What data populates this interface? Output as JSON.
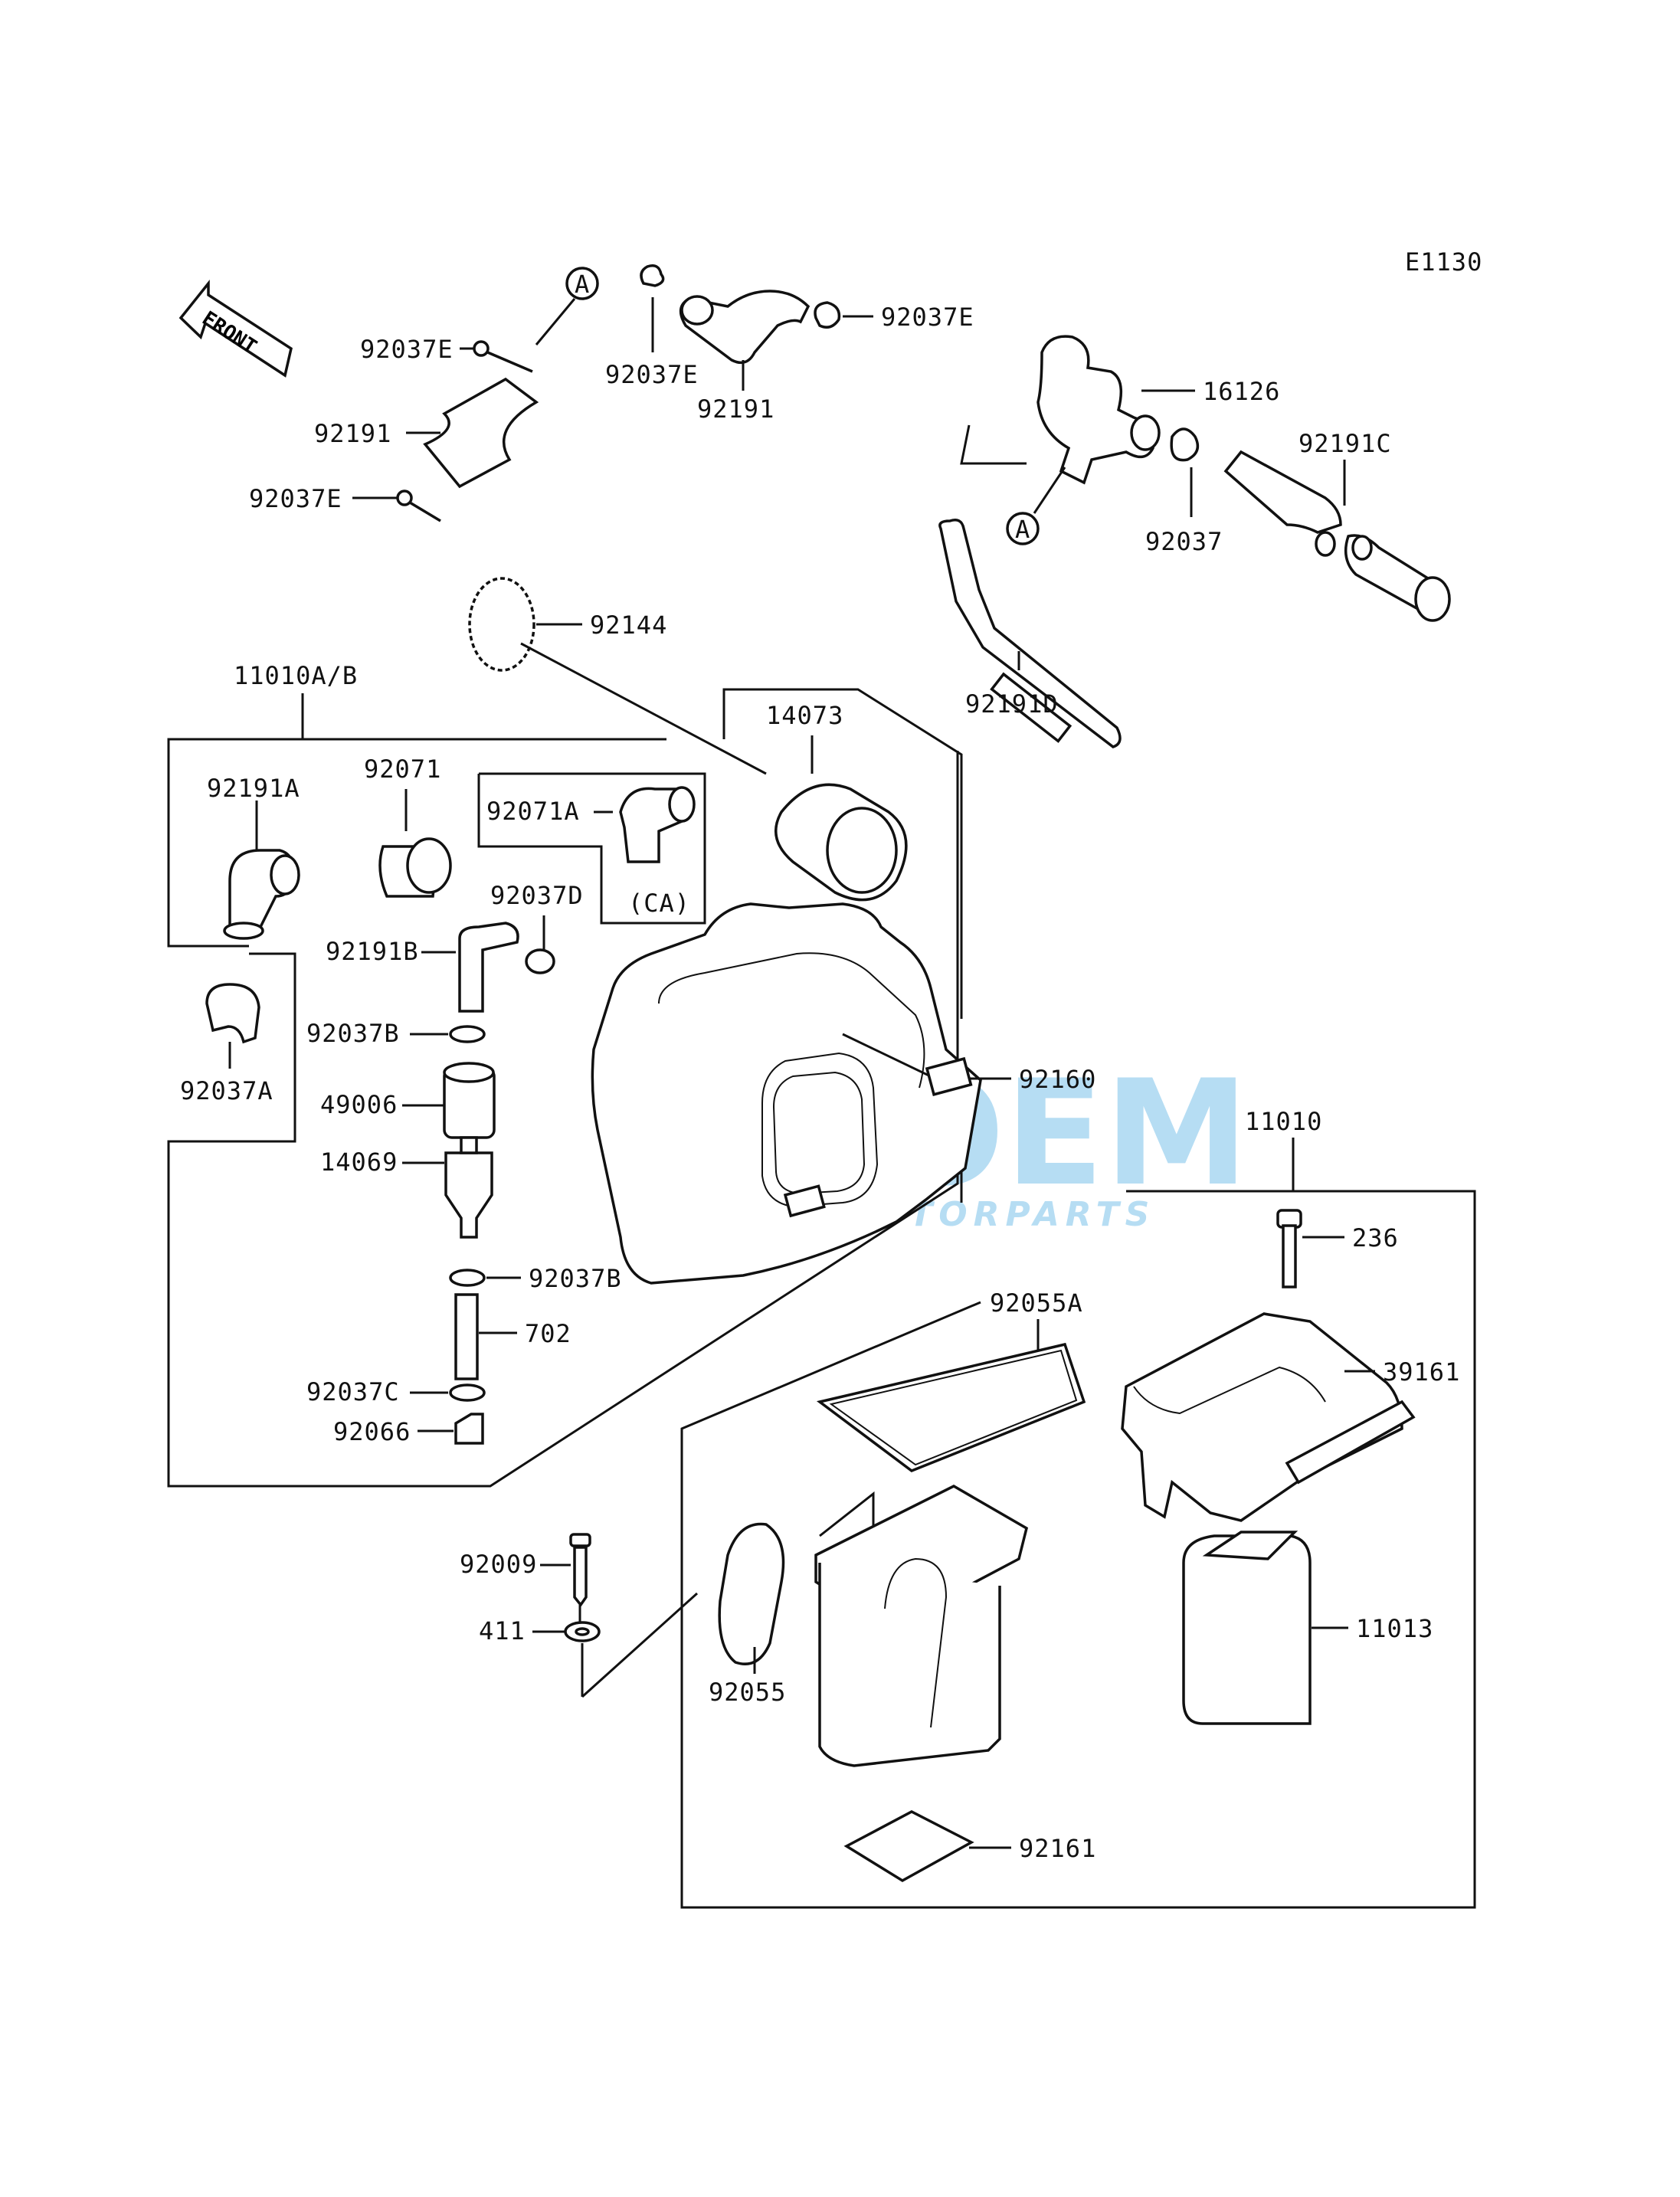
{
  "code": "E1130",
  "front_label": "FRONT",
  "callout_a": "A",
  "watermark": {
    "main": "OEM",
    "sub": "MOTORPARTS",
    "color": "#5fb4e6"
  },
  "parts": {
    "p92037E_1": "92037E",
    "p92037E_2": "92037E",
    "p92037E_3": "92037E",
    "p92037E_4": "92037E",
    "p92191_1": "92191",
    "p92191_2": "92191",
    "p16126": "16126",
    "p92191C": "92191C",
    "p92037": "92037",
    "p92144": "92144",
    "p92191D": "92191D",
    "p11010AB": "11010A/B",
    "p14073": "14073",
    "p92191A": "92191A",
    "p92071": "92071",
    "p92071A": "92071A",
    "pCA": "(CA)",
    "p92037D": "92037D",
    "p92191B": "92191B",
    "p92037B_1": "92037B",
    "p92037A": "92037A",
    "p49006": "49006",
    "p92160": "92160",
    "p14069": "14069",
    "p11010": "11010",
    "p92037B_2": "92037B",
    "p236": "236",
    "p702": "702",
    "p92055A": "92055A",
    "p39161": "39161",
    "p92037C": "92037C",
    "p92066": "92066",
    "p92009": "92009",
    "p11013": "11013",
    "p411": "411",
    "p92055": "92055",
    "p92161": "92161"
  }
}
